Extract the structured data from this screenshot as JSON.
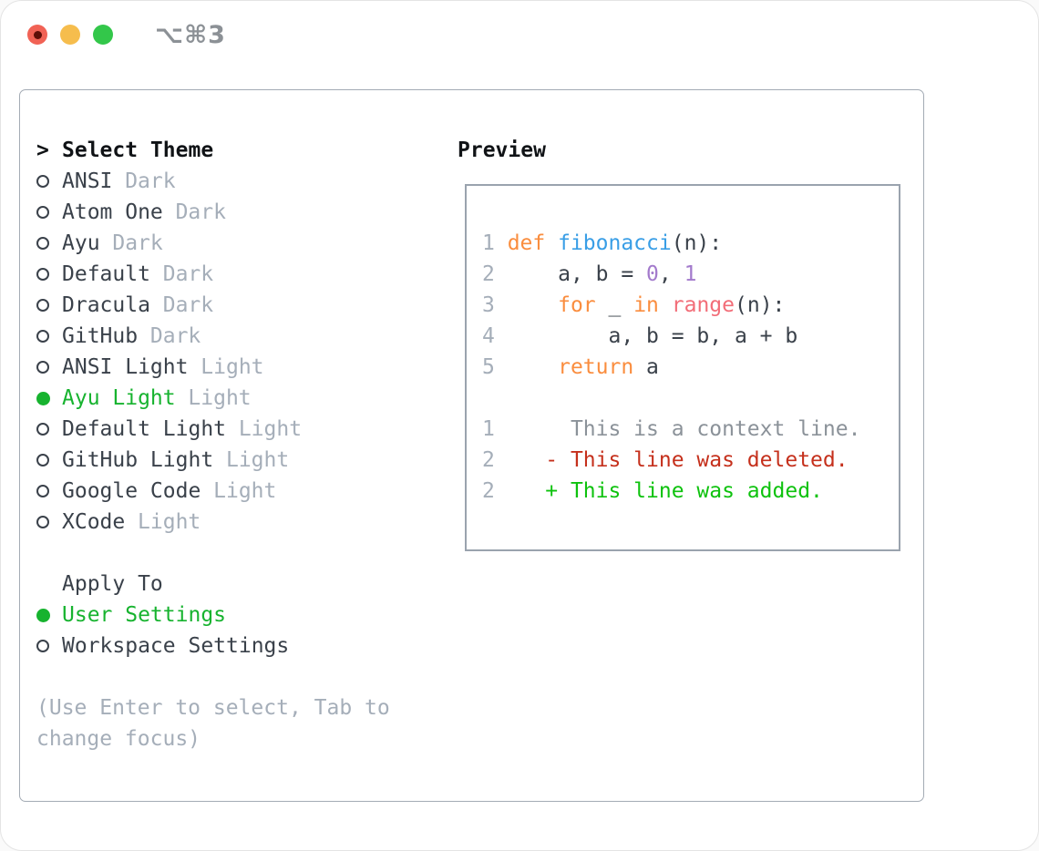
{
  "titlebar": {
    "shortcut": "⌥⌘3",
    "buttons": [
      "close",
      "minimize",
      "zoom"
    ]
  },
  "theme_list": {
    "cursor": ">",
    "header": "Select Theme",
    "items": [
      {
        "name": "ANSI",
        "tag": "Dark",
        "selected": false
      },
      {
        "name": "Atom One",
        "tag": "Dark",
        "selected": false
      },
      {
        "name": "Ayu",
        "tag": "Dark",
        "selected": false
      },
      {
        "name": "Default",
        "tag": "Dark",
        "selected": false
      },
      {
        "name": "Dracula",
        "tag": "Dark",
        "selected": false
      },
      {
        "name": "GitHub",
        "tag": "Dark",
        "selected": false
      },
      {
        "name": "ANSI Light",
        "tag": "Light",
        "selected": false
      },
      {
        "name": "Ayu Light",
        "tag": "Light",
        "selected": true
      },
      {
        "name": "Default Light",
        "tag": "Light",
        "selected": false
      },
      {
        "name": "GitHub Light",
        "tag": "Light",
        "selected": false
      },
      {
        "name": "Google Code",
        "tag": "Light",
        "selected": false
      },
      {
        "name": "XCode",
        "tag": "Light",
        "selected": false
      }
    ]
  },
  "apply_to": {
    "header": "Apply To",
    "options": [
      {
        "label": "User Settings",
        "selected": true
      },
      {
        "label": "Workspace Settings",
        "selected": false
      }
    ]
  },
  "help_text": "(Use Enter to select, Tab to change focus)",
  "preview": {
    "header": "Preview",
    "lines": [
      [
        [
          "num",
          "1 "
        ],
        [
          "kw",
          "def "
        ],
        [
          "fn",
          "fibonacci"
        ],
        [
          "plain",
          "(n):"
        ]
      ],
      [
        [
          "num",
          "2 "
        ],
        [
          "plain",
          "    a, b = "
        ],
        [
          "const",
          "0"
        ],
        [
          "plain",
          ", "
        ],
        [
          "const",
          "1"
        ]
      ],
      [
        [
          "num",
          "3 "
        ],
        [
          "plain",
          "    "
        ],
        [
          "kw",
          "for"
        ],
        [
          "plain",
          " _ "
        ],
        [
          "kw",
          "in"
        ],
        [
          "plain",
          " "
        ],
        [
          "call",
          "range"
        ],
        [
          "plain",
          "(n):"
        ]
      ],
      [
        [
          "num",
          "4 "
        ],
        [
          "plain",
          "        a, b = b, a + b"
        ]
      ],
      [
        [
          "num",
          "5 "
        ],
        [
          "plain",
          "    "
        ],
        [
          "kw",
          "return"
        ],
        [
          "plain",
          " a"
        ]
      ],
      [],
      [
        [
          "num",
          "1 "
        ],
        [
          "ctx",
          "     This is a context line."
        ]
      ],
      [
        [
          "num",
          "2 "
        ],
        [
          "del",
          "   - This line was deleted."
        ]
      ],
      [
        [
          "num",
          "2 "
        ],
        [
          "add",
          "   + This line was added."
        ]
      ]
    ]
  },
  "colors": {
    "text": "#3a414a",
    "heading": "#101316",
    "muted": "#a5aeb9",
    "context": "#8b9299",
    "green": "#17b32f",
    "diffred": "#c5301c",
    "diffgreen": "#0ec20e",
    "orange": "#fa8d3e",
    "blue": "#399ee6",
    "coral": "#f26d78",
    "purple": "#a37acc",
    "panelborder": "#a3abb4",
    "boxborder": "#9aa3ae",
    "titlegray": "#8c9196",
    "trafficred": "#f16255",
    "trafficreddot": "#5f0f08",
    "trafficyellow": "#f6bd4d",
    "trafficgreen": "#33c74a"
  }
}
